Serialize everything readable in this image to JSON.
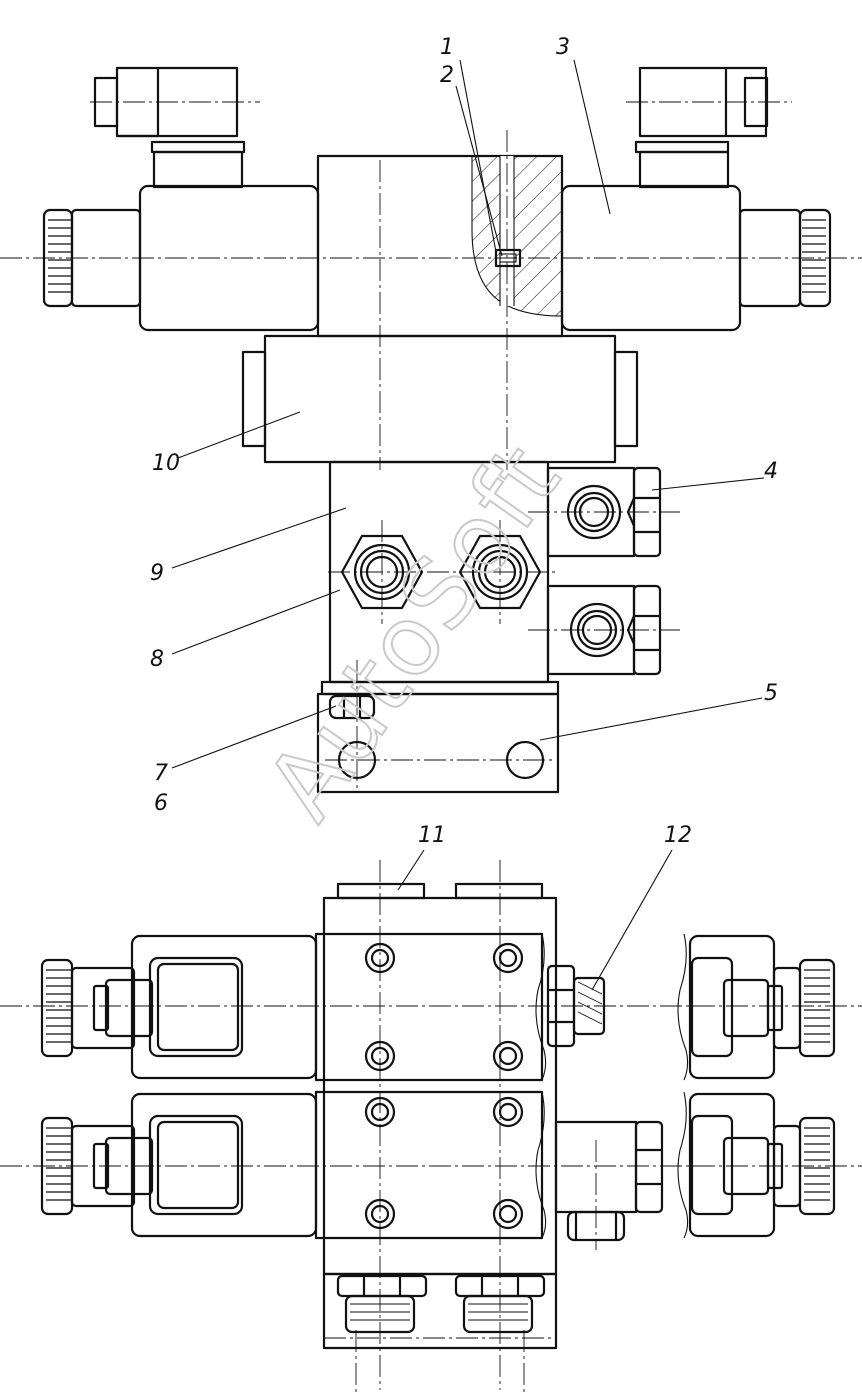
{
  "labels": {
    "l1": "1",
    "l2": "2",
    "l3": "3",
    "l4": "4",
    "l5": "5",
    "l6": "6",
    "l7": "7",
    "l8": "8",
    "l9": "9",
    "l10": "10",
    "l11": "11",
    "l12": "12"
  },
  "watermark": "AutoSoft"
}
